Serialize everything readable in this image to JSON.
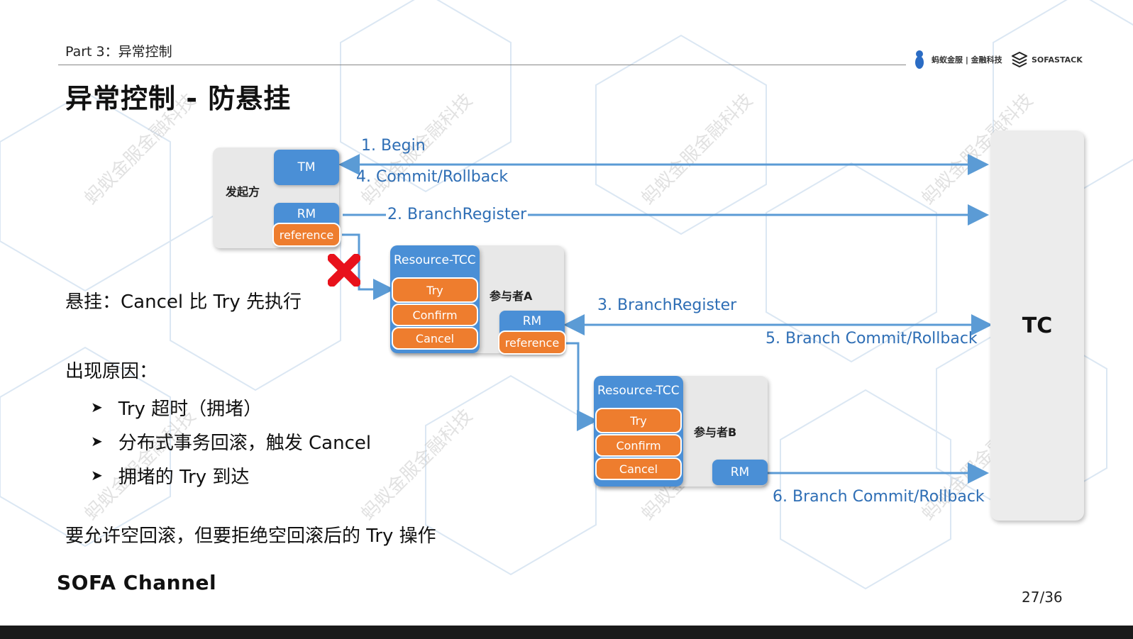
{
  "header": {
    "section": "Part 3：异常控制",
    "title": "异常控制 - 防悬挂",
    "logos": {
      "ant": "蚂蚁金服 | 金融科技",
      "sofastack": "SOFASTACK"
    }
  },
  "diagram": {
    "initiator": {
      "label": "发起方",
      "tm": "TM",
      "rm": "RM",
      "reference": "reference"
    },
    "participant_a": {
      "label": "参与者A",
      "resource": "Resource-TCC",
      "try": "Try",
      "confirm": "Confirm",
      "cancel": "Cancel",
      "rm": "RM",
      "reference": "reference"
    },
    "participant_b": {
      "label": "参与者B",
      "resource": "Resource-TCC",
      "try": "Try",
      "confirm": "Confirm",
      "cancel": "Cancel",
      "rm": "RM"
    },
    "tc": "TC",
    "flows": {
      "begin": "1. Begin",
      "commit_rollback": "4. Commit/Rollback",
      "branch_register_2": "2. BranchRegister",
      "branch_register_3": "3. BranchRegister",
      "branch_commit_5": "5. Branch Commit/Rollback",
      "branch_commit_6": "6. Branch Commit/Rollback"
    },
    "colors": {
      "blue": "#4a8fd6",
      "orange": "#ee7d2e",
      "arrow": "#5b9bd5",
      "cross": "#e8111b"
    },
    "cross_icon": "red-x-icon"
  },
  "content": {
    "suspension_def": "悬挂：Cancel 比 Try 先执行",
    "cause_heading": "出现原因：",
    "causes": [
      "Try 超时（拥堵）",
      "分布式事务回滚，触发 Cancel",
      "拥堵的 Try 到达"
    ],
    "conclusion": "要允许空回滚，但要拒绝空回滚后的 Try 操作"
  },
  "watermark": "蚂蚁金服金融科技",
  "footer": {
    "channel": "SOFA Channel",
    "page": "27/36"
  }
}
